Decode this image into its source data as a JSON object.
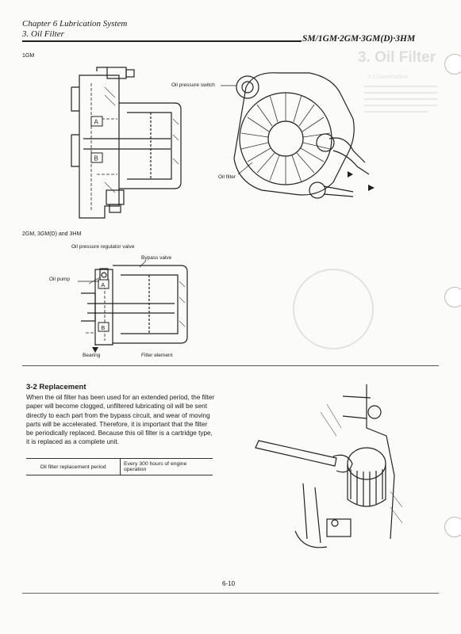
{
  "header": {
    "chapter": "Chapter 6 Lubrication System",
    "section": "3. Oil Filter",
    "models": "SM/1GM·2GM·3GM(D)·3HM"
  },
  "figure_1gm": {
    "label": "1GM",
    "callouts": {
      "oil_pressure_switch": "Oil pressure switch",
      "oil_filter": "Oil filter",
      "mark_a": "A",
      "mark_b": "B"
    }
  },
  "figure_2gm": {
    "label": "2GM, 3GM(D) and 3HM",
    "callouts": {
      "regulator_valve": "Oil pressure regulator valve",
      "bypass_valve": "Bypass valve",
      "oil_pump": "Oil pump",
      "bearing": "Bearing",
      "filter_element": "Filter element",
      "mark_a": "A",
      "mark_b": "B"
    }
  },
  "replacement": {
    "heading": "3-2 Replacement",
    "body": "When the oil filter has been used for an extended period, the filter paper will become clogged, unfiltered lubricating oil will be sent directly to each part from the bypass circuit, and wear of moving parts will be accelerated. Therefore, it is important that the filter be periodically replaced. Because this oil filter is a cartridge type, it is replaced as a complete unit.",
    "table": {
      "label": "Oil filter replacement period",
      "value": "Every 300 hours of engine operation"
    }
  },
  "bleed_through": {
    "title": "3. Oil Filter",
    "heading": "3-1 Construction"
  },
  "footer": {
    "page_number": "6-10"
  }
}
